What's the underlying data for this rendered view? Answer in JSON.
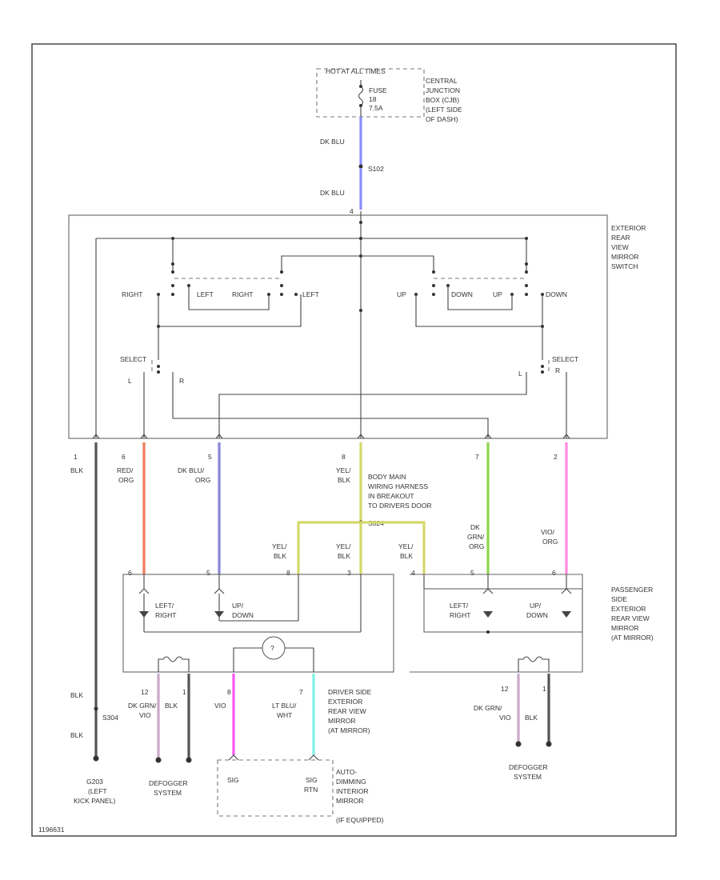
{
  "power": {
    "hot_label": "HOT AT ALL TIMES",
    "fuse_l1": "FUSE",
    "fuse_l2": "18",
    "fuse_l3": "7.5A",
    "cjb": [
      "CENTRAL",
      "JUNCTION",
      "BOX (CJB)",
      "(LEFT SIDE",
      "OF DASH)"
    ]
  },
  "feed": {
    "wire_top": "DK BLU",
    "splice": "S102",
    "wire_bottom": "DK BLU",
    "pin": "4"
  },
  "switch": {
    "name": [
      "EXTERIOR",
      "REAR",
      "VIEW",
      "MIRROR",
      "SWITCH"
    ],
    "left_group": [
      "RIGHT",
      "LEFT",
      "RIGHT",
      "LEFT"
    ],
    "right_group": [
      "UP",
      "DOWN",
      "UP",
      "DOWN"
    ],
    "select_left": "SELECT",
    "select_right": "SELECT",
    "sel_l_L": "L",
    "sel_l_R": "R",
    "sel_r_L": "L",
    "sel_r_R": "R"
  },
  "connectors": [
    {
      "pin": "1",
      "color": [
        "BLK"
      ]
    },
    {
      "pin": "6",
      "color": [
        "RED/",
        "ORG"
      ]
    },
    {
      "pin": "5",
      "color": [
        "DK BLU/",
        "ORG"
      ]
    },
    {
      "pin": "8",
      "color": [
        "YEL/",
        "BLK"
      ]
    },
    {
      "pin": "7",
      "color": [
        "DK",
        "GRN/",
        "ORG"
      ]
    },
    {
      "pin": "2",
      "color": [
        "VIO/",
        "ORG"
      ]
    }
  ],
  "harness_note": [
    "BODY MAIN",
    "WIRING HARNESS",
    "IN BREAKOUT",
    "TO DRIVERS DOOR"
  ],
  "split_splice": "S624",
  "branch_wires": {
    "left": [
      "YEL/",
      "BLK"
    ],
    "center": [
      "YEL/",
      "BLK"
    ],
    "right": [
      "YEL/",
      "BLK"
    ]
  },
  "driver_mirror": {
    "pins": [
      "6",
      "5",
      "8",
      "3"
    ],
    "motor1": [
      "LEFT/",
      "RIGHT"
    ],
    "motor2": [
      "UP/",
      "DOWN"
    ],
    "defog_pins": [
      "12",
      "1"
    ],
    "defog_wires": [
      [
        "DK GRN/",
        "VIO"
      ],
      [
        "BLK"
      ]
    ],
    "ec_pins": [
      "8",
      "7"
    ],
    "ec_wires": [
      [
        "VIO"
      ],
      [
        "LT BLU/",
        "WHT"
      ]
    ],
    "name": [
      "DRIVER SIDE",
      "EXTERIOR",
      "REAR VIEW",
      "MIRROR",
      "(AT MIRROR)"
    ]
  },
  "passenger_mirror": {
    "pins": [
      "4",
      "5",
      "6"
    ],
    "motor1": [
      "LEFT/",
      "RIGHT"
    ],
    "motor2": [
      "UP/",
      "DOWN"
    ],
    "defog_pins": [
      "12",
      "1"
    ],
    "defog_wires": [
      [
        "DK GRN/",
        "VIO"
      ],
      [
        "BLK"
      ]
    ],
    "name": [
      "PASSENGER",
      "SIDE",
      "EXTERIOR",
      "REAR VIEW",
      "MIRROR",
      "(AT MIRROR)"
    ]
  },
  "ground": {
    "wire_top": "BLK",
    "splice": "S304",
    "wire_bottom": "BLK",
    "name": [
      "G203",
      "(LEFT",
      "KICK PANEL)"
    ]
  },
  "defog_left": [
    "DEFOGGER",
    "SYSTEM"
  ],
  "defog_right": [
    "DEFOGGER",
    "SYSTEM"
  ],
  "autodim": {
    "pin_left": "SIG",
    "pin_right": [
      "SIG",
      "RTN"
    ],
    "name": [
      "AUTO-",
      "DIMMING",
      "INTERIOR",
      "MIRROR",
      "(IF EQUIPPED)"
    ]
  },
  "footer_code": "1196631",
  "colors": {
    "dk_blu": "#8c8cff",
    "red_org": "#f07a5c",
    "dk_blu_org": "#8a86d8",
    "yel_blk": "#d4d86a",
    "dk_grn_org": "#8ed64a",
    "vio_org": "#ff8ae0",
    "vio": "#ff55ee",
    "lt_blu_wht": "#7ff0e4",
    "dk_grn_vio": "#c8a8c8",
    "blk": "#555555"
  }
}
